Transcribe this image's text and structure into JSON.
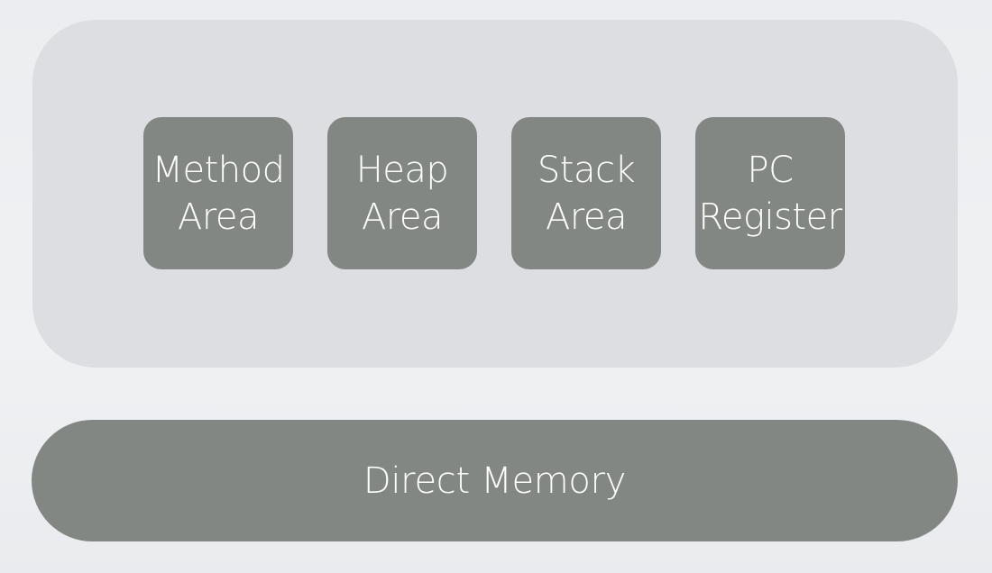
{
  "panel": {
    "boxes": [
      {
        "line1": "Method",
        "line2": "Area"
      },
      {
        "line1": "Heap",
        "line2": "Area"
      },
      {
        "line1": "Stack",
        "line2": "Area"
      },
      {
        "line1": "PC",
        "line2": "Register"
      }
    ]
  },
  "direct_memory": {
    "label": "Direct Memory"
  },
  "colors": {
    "background": "#eceef0",
    "panel": "#dddee1",
    "box": "#828783",
    "text": "#ffffff"
  }
}
